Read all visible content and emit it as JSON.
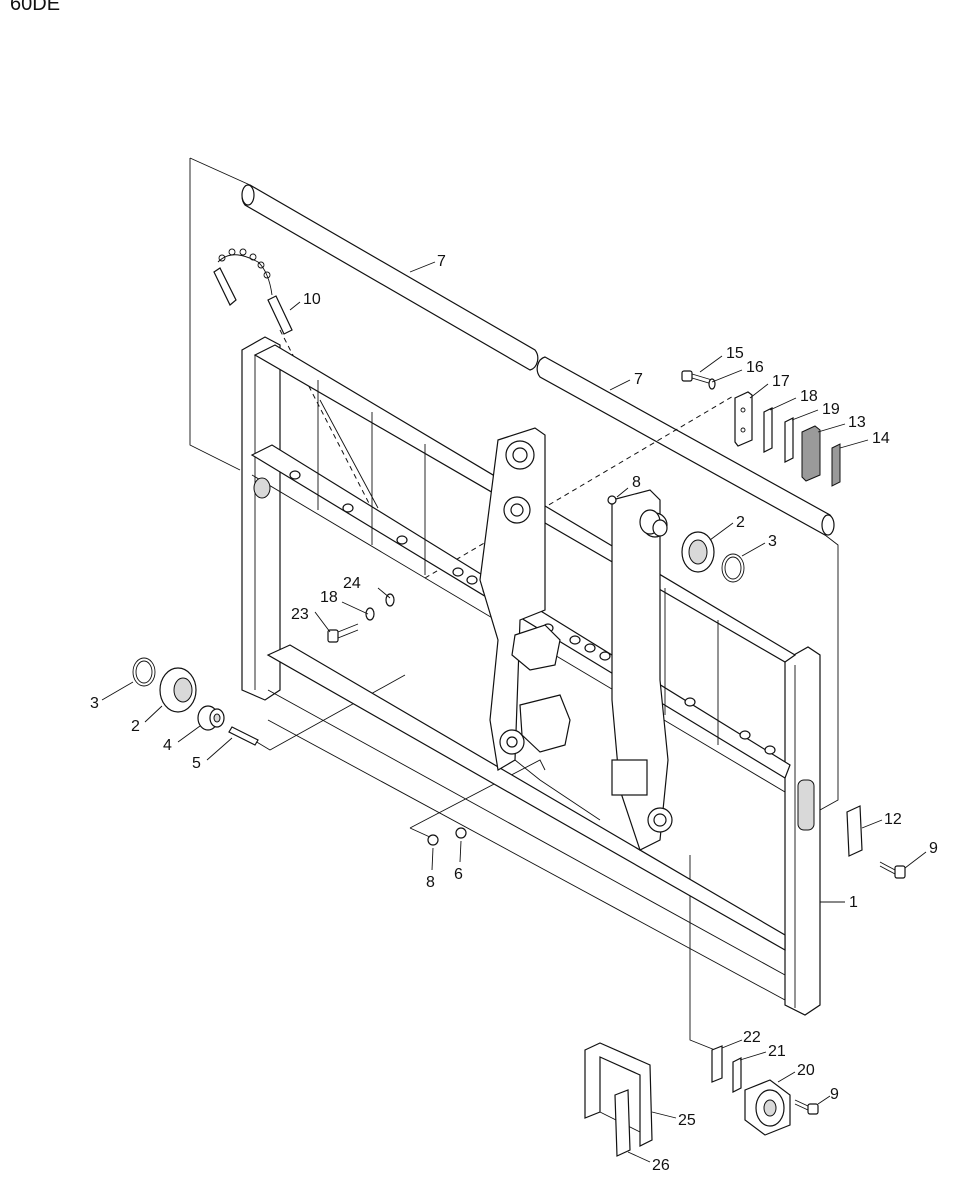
{
  "header": {
    "model_code": "60DE"
  },
  "callouts": [
    {
      "id": "7a",
      "number": "7"
    },
    {
      "id": "10",
      "number": "10"
    },
    {
      "id": "7b",
      "number": "7"
    },
    {
      "id": "15",
      "number": "15"
    },
    {
      "id": "16",
      "number": "16"
    },
    {
      "id": "17",
      "number": "17"
    },
    {
      "id": "18a",
      "number": "18"
    },
    {
      "id": "19",
      "number": "19"
    },
    {
      "id": "13",
      "number": "13"
    },
    {
      "id": "14",
      "number": "14"
    },
    {
      "id": "8a",
      "number": "8"
    },
    {
      "id": "2a",
      "number": "2"
    },
    {
      "id": "3a",
      "number": "3"
    },
    {
      "id": "24",
      "number": "24"
    },
    {
      "id": "18b",
      "number": "18"
    },
    {
      "id": "23",
      "number": "23"
    },
    {
      "id": "3b",
      "number": "3"
    },
    {
      "id": "2b",
      "number": "2"
    },
    {
      "id": "4",
      "number": "4"
    },
    {
      "id": "5",
      "number": "5"
    },
    {
      "id": "8b",
      "number": "8"
    },
    {
      "id": "6",
      "number": "6"
    },
    {
      "id": "12",
      "number": "12"
    },
    {
      "id": "9a",
      "number": "9"
    },
    {
      "id": "1",
      "number": "1"
    },
    {
      "id": "22",
      "number": "22"
    },
    {
      "id": "21",
      "number": "21"
    },
    {
      "id": "20",
      "number": "20"
    },
    {
      "id": "9b",
      "number": "9"
    },
    {
      "id": "25",
      "number": "25"
    },
    {
      "id": "26",
      "number": "26"
    }
  ]
}
